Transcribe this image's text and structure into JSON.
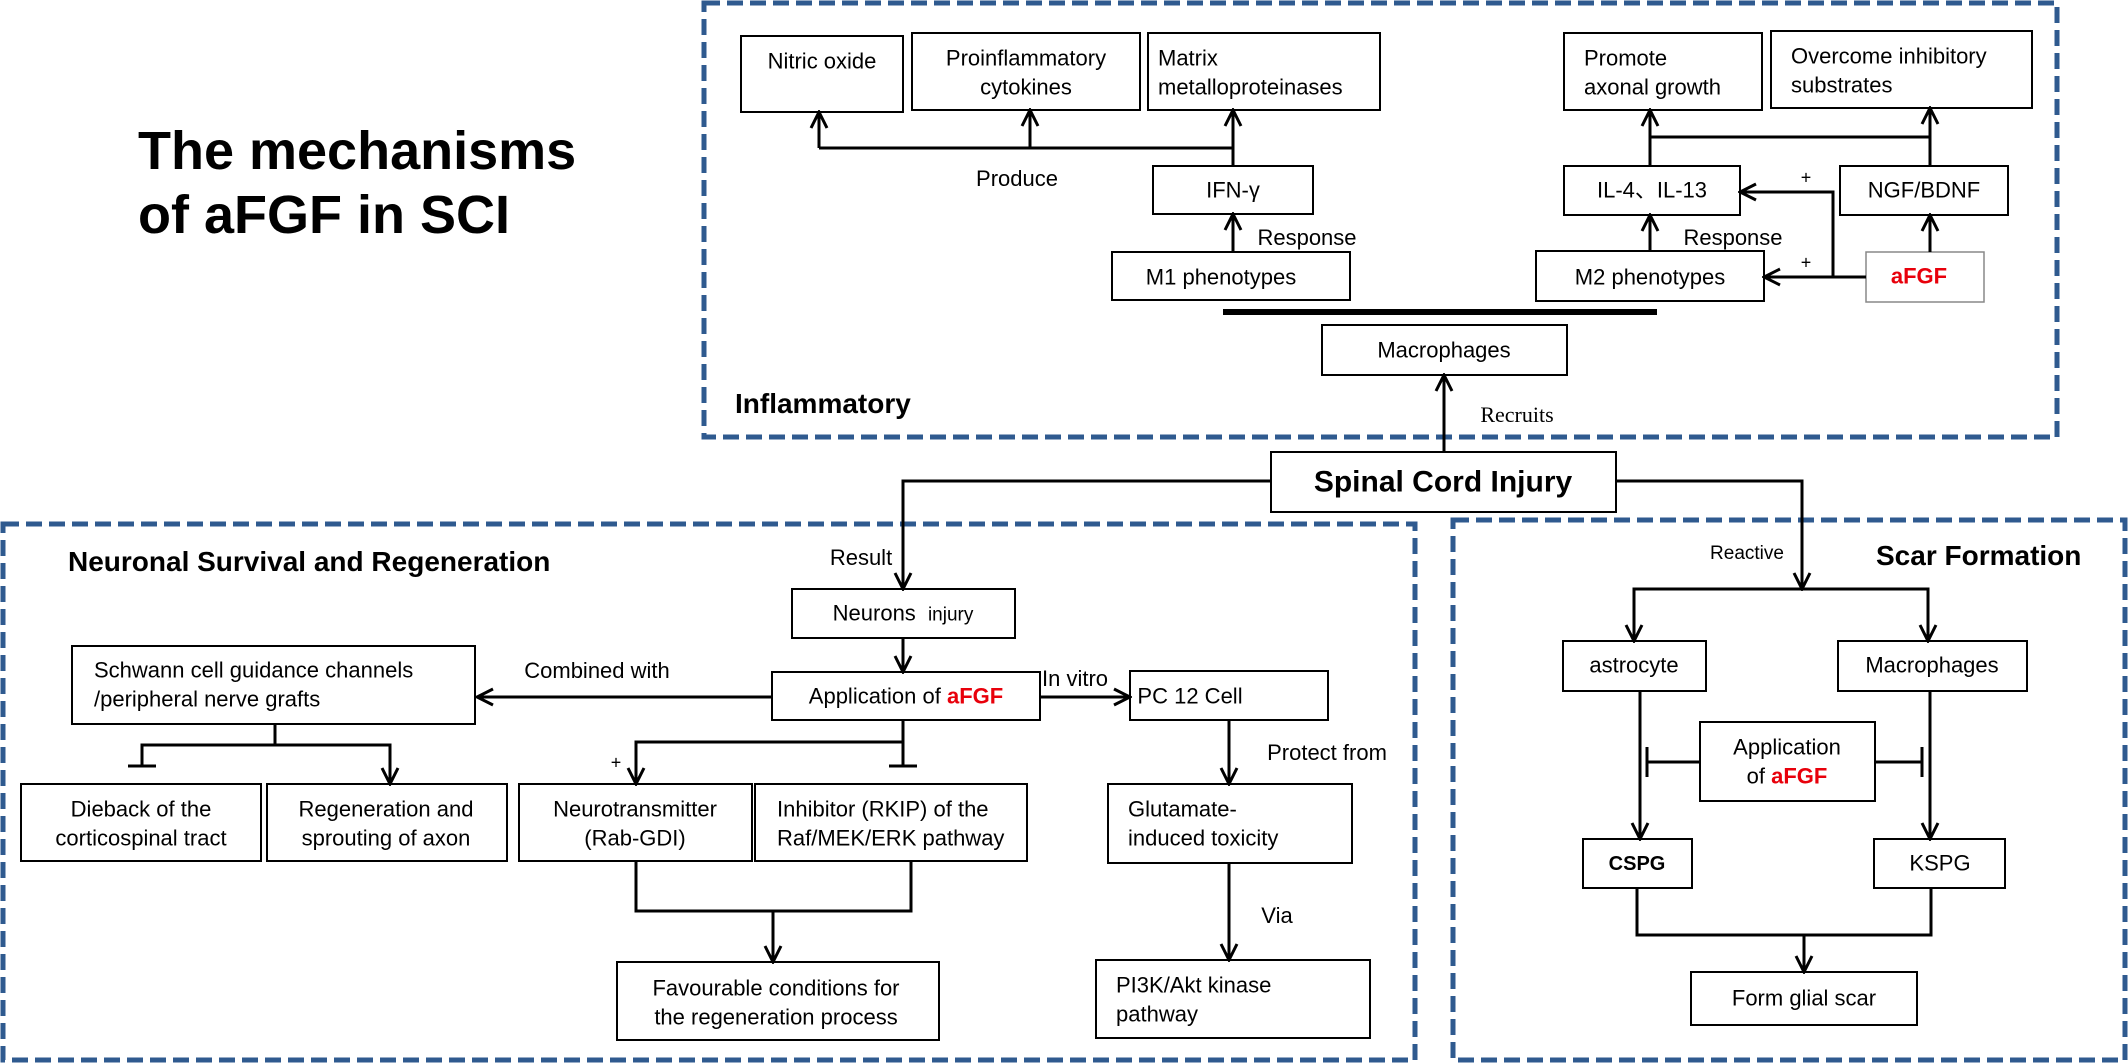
{
  "title": "The mechanisms\nof aFGF in SCI",
  "regions": {
    "inflammatory": "Inflammatory",
    "neuronal": "Neuronal Survival and Regeneration",
    "scar": "Scar Formation"
  },
  "nodes": {
    "nitric_oxide": "Nitric oxide",
    "proinflammatory": "Proinflammatory\ncytokines",
    "mmp": "Matrix\nmetalloproteinases",
    "ifn": "IFN-γ",
    "m1": "M1 phenotypes",
    "promote_axonal": "Promote\naxonal growth",
    "overcome": "Overcome inhibitory\nsubstrates",
    "il4": "IL-4、IL-13",
    "ngf": "NGF/BDNF",
    "m2": "M2 phenotypes",
    "afgf_top": "aFGF",
    "macrophages_top": "Macrophages",
    "sci": "Spinal Cord Injury",
    "neurons_injury_a": "Neurons",
    "neurons_injury_b": "injury",
    "application_prefix": "Application of ",
    "application_afgf": "aFGF",
    "schwann": "Schwann cell guidance channels\n/peripheral  nerve  grafts",
    "pc12": "PC 12 Cell",
    "dieback": "Dieback of the\ncorticospinal tract",
    "regeneration": "Regeneration and\nsprouting of axon",
    "neurotransmitter": "Neurotransmitter\n(Rab-GDI)",
    "inhibitor": "Inhibitor (RKIP) of the\nRaf/MEK/ERK pathway",
    "glutamate": "Glutamate-\ninduced toxicity",
    "favourable": "Favourable conditions for\nthe regeneration process",
    "pi3k": "PI3K/Akt kinase\npathway",
    "astrocyte": "astrocyte",
    "macrophages_scar": "Macrophages",
    "application2_a": "Application",
    "application2_b": "of ",
    "application2_afgf": "aFGF",
    "cspg": "CSPG",
    "kspg": "KSPG",
    "glial_scar": "Form glial scar"
  },
  "edge_labels": {
    "produce": "Produce",
    "response_m1": "Response",
    "response_m2": "Response",
    "plus_il4": "+",
    "plus_m2": "+",
    "recruits": "Recruits",
    "result": "Result",
    "reactive": "Reactive",
    "combined_with": "Combined with",
    "in_vitro": "In vitro",
    "protect_from": "Protect from",
    "via": "Via",
    "plus_neuro": "+"
  }
}
